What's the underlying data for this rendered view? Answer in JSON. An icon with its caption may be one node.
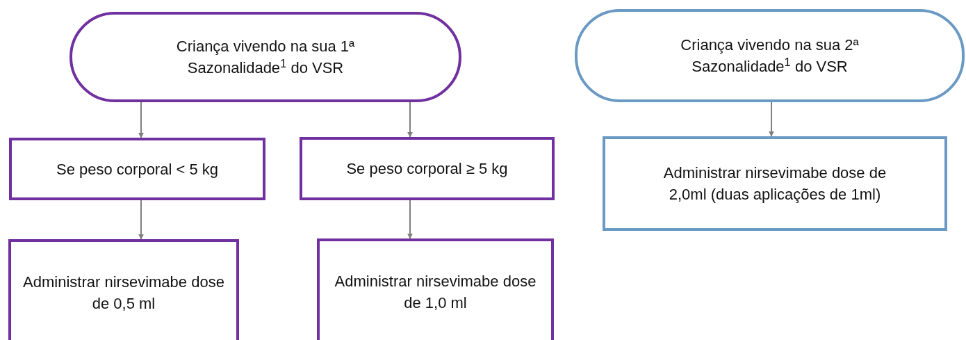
{
  "diagram": {
    "nodes": [
      {
        "text": [
          "Criança vivendo na sua 1ª Sazonalidade$^{1}$ do VSR"
        ]
      },
      {
        "text": [
          "Criança vivendo na sua 2ª Sazonalidade$^{1}$ do VSR"
        ]
      },
      {
        "text": [
          "Se peso corporal < 5 kg"
        ]
      },
      {
        "text": [
          "Se peso corporal ≥ 5 kg"
        ]
      },
      {
        "text": [
          "Administrar nirsevimabe dose de 2,0ml (duas aplicações de 1ml)"
        ]
      },
      {
        "text": [
          "Administrar nirsevimabe dose de 0,5 ml"
        ]
      },
      {
        "text": [
          "Administrar nirsevimabe dose de 1,0 ml"
        ]
      }
    ],
    "edges": [
      {
        "from": 0,
        "to": 2,
        "arrow": "to"
      },
      {
        "from": 0,
        "to": 3,
        "arrow": "to"
      },
      {
        "from": 1,
        "to": 4,
        "arrow": "to"
      },
      {
        "from": 2,
        "to": 5,
        "arrow": "to"
      },
      {
        "from": 3,
        "to": 6,
        "arrow": "to"
      }
    ]
  }
}
